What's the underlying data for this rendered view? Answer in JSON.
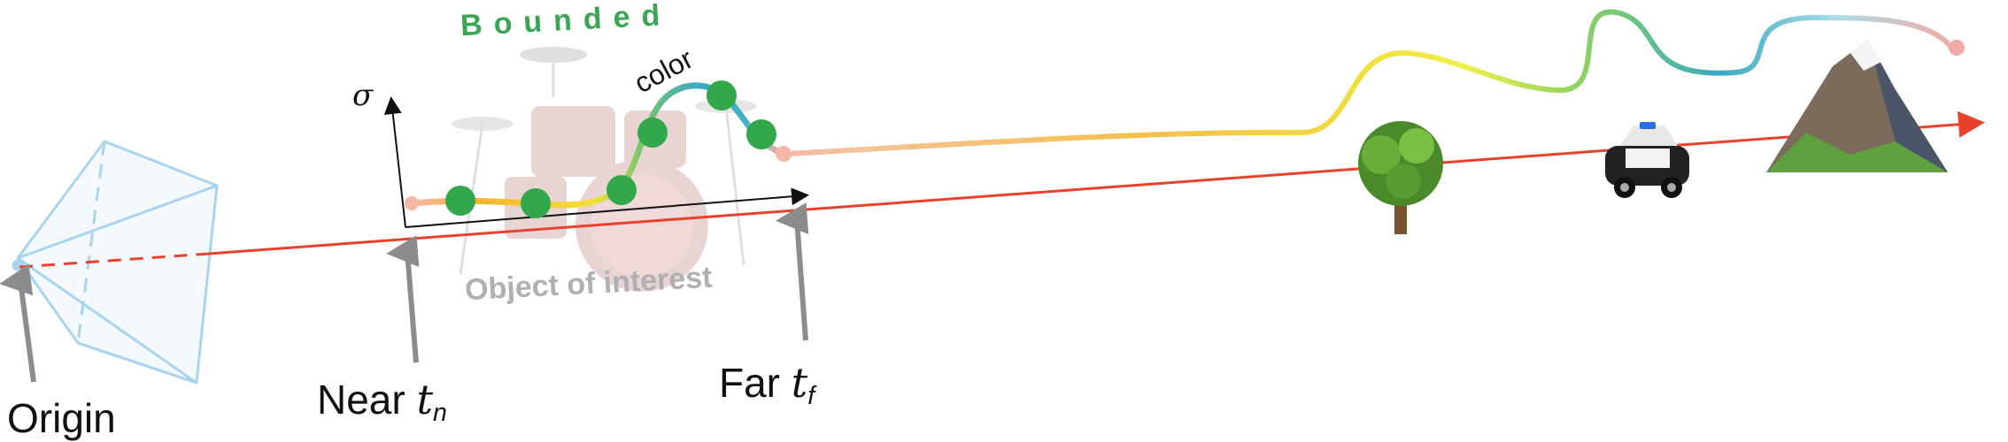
{
  "labels": {
    "bounded": "Bounded",
    "object_of_interest": "Object of interest",
    "sigma_axis": "σ",
    "color": "color",
    "origin": "Origin",
    "near": "Near",
    "near_symbol": "t",
    "near_subscript": "n",
    "far": "Far",
    "far_symbol": "t",
    "far_subscript": "f"
  },
  "colors": {
    "ray": "#e8412c",
    "bounded_text": "#3aa655",
    "sample_point": "#33a84a",
    "arrow": "#8c8c8c",
    "camera": "#a9d4f0",
    "faded_text": "#b0b0b0"
  },
  "icons": [
    "camera-frustum-icon",
    "drum-kit-icon",
    "tree-icon",
    "police-car-icon",
    "mountain-icon"
  ]
}
